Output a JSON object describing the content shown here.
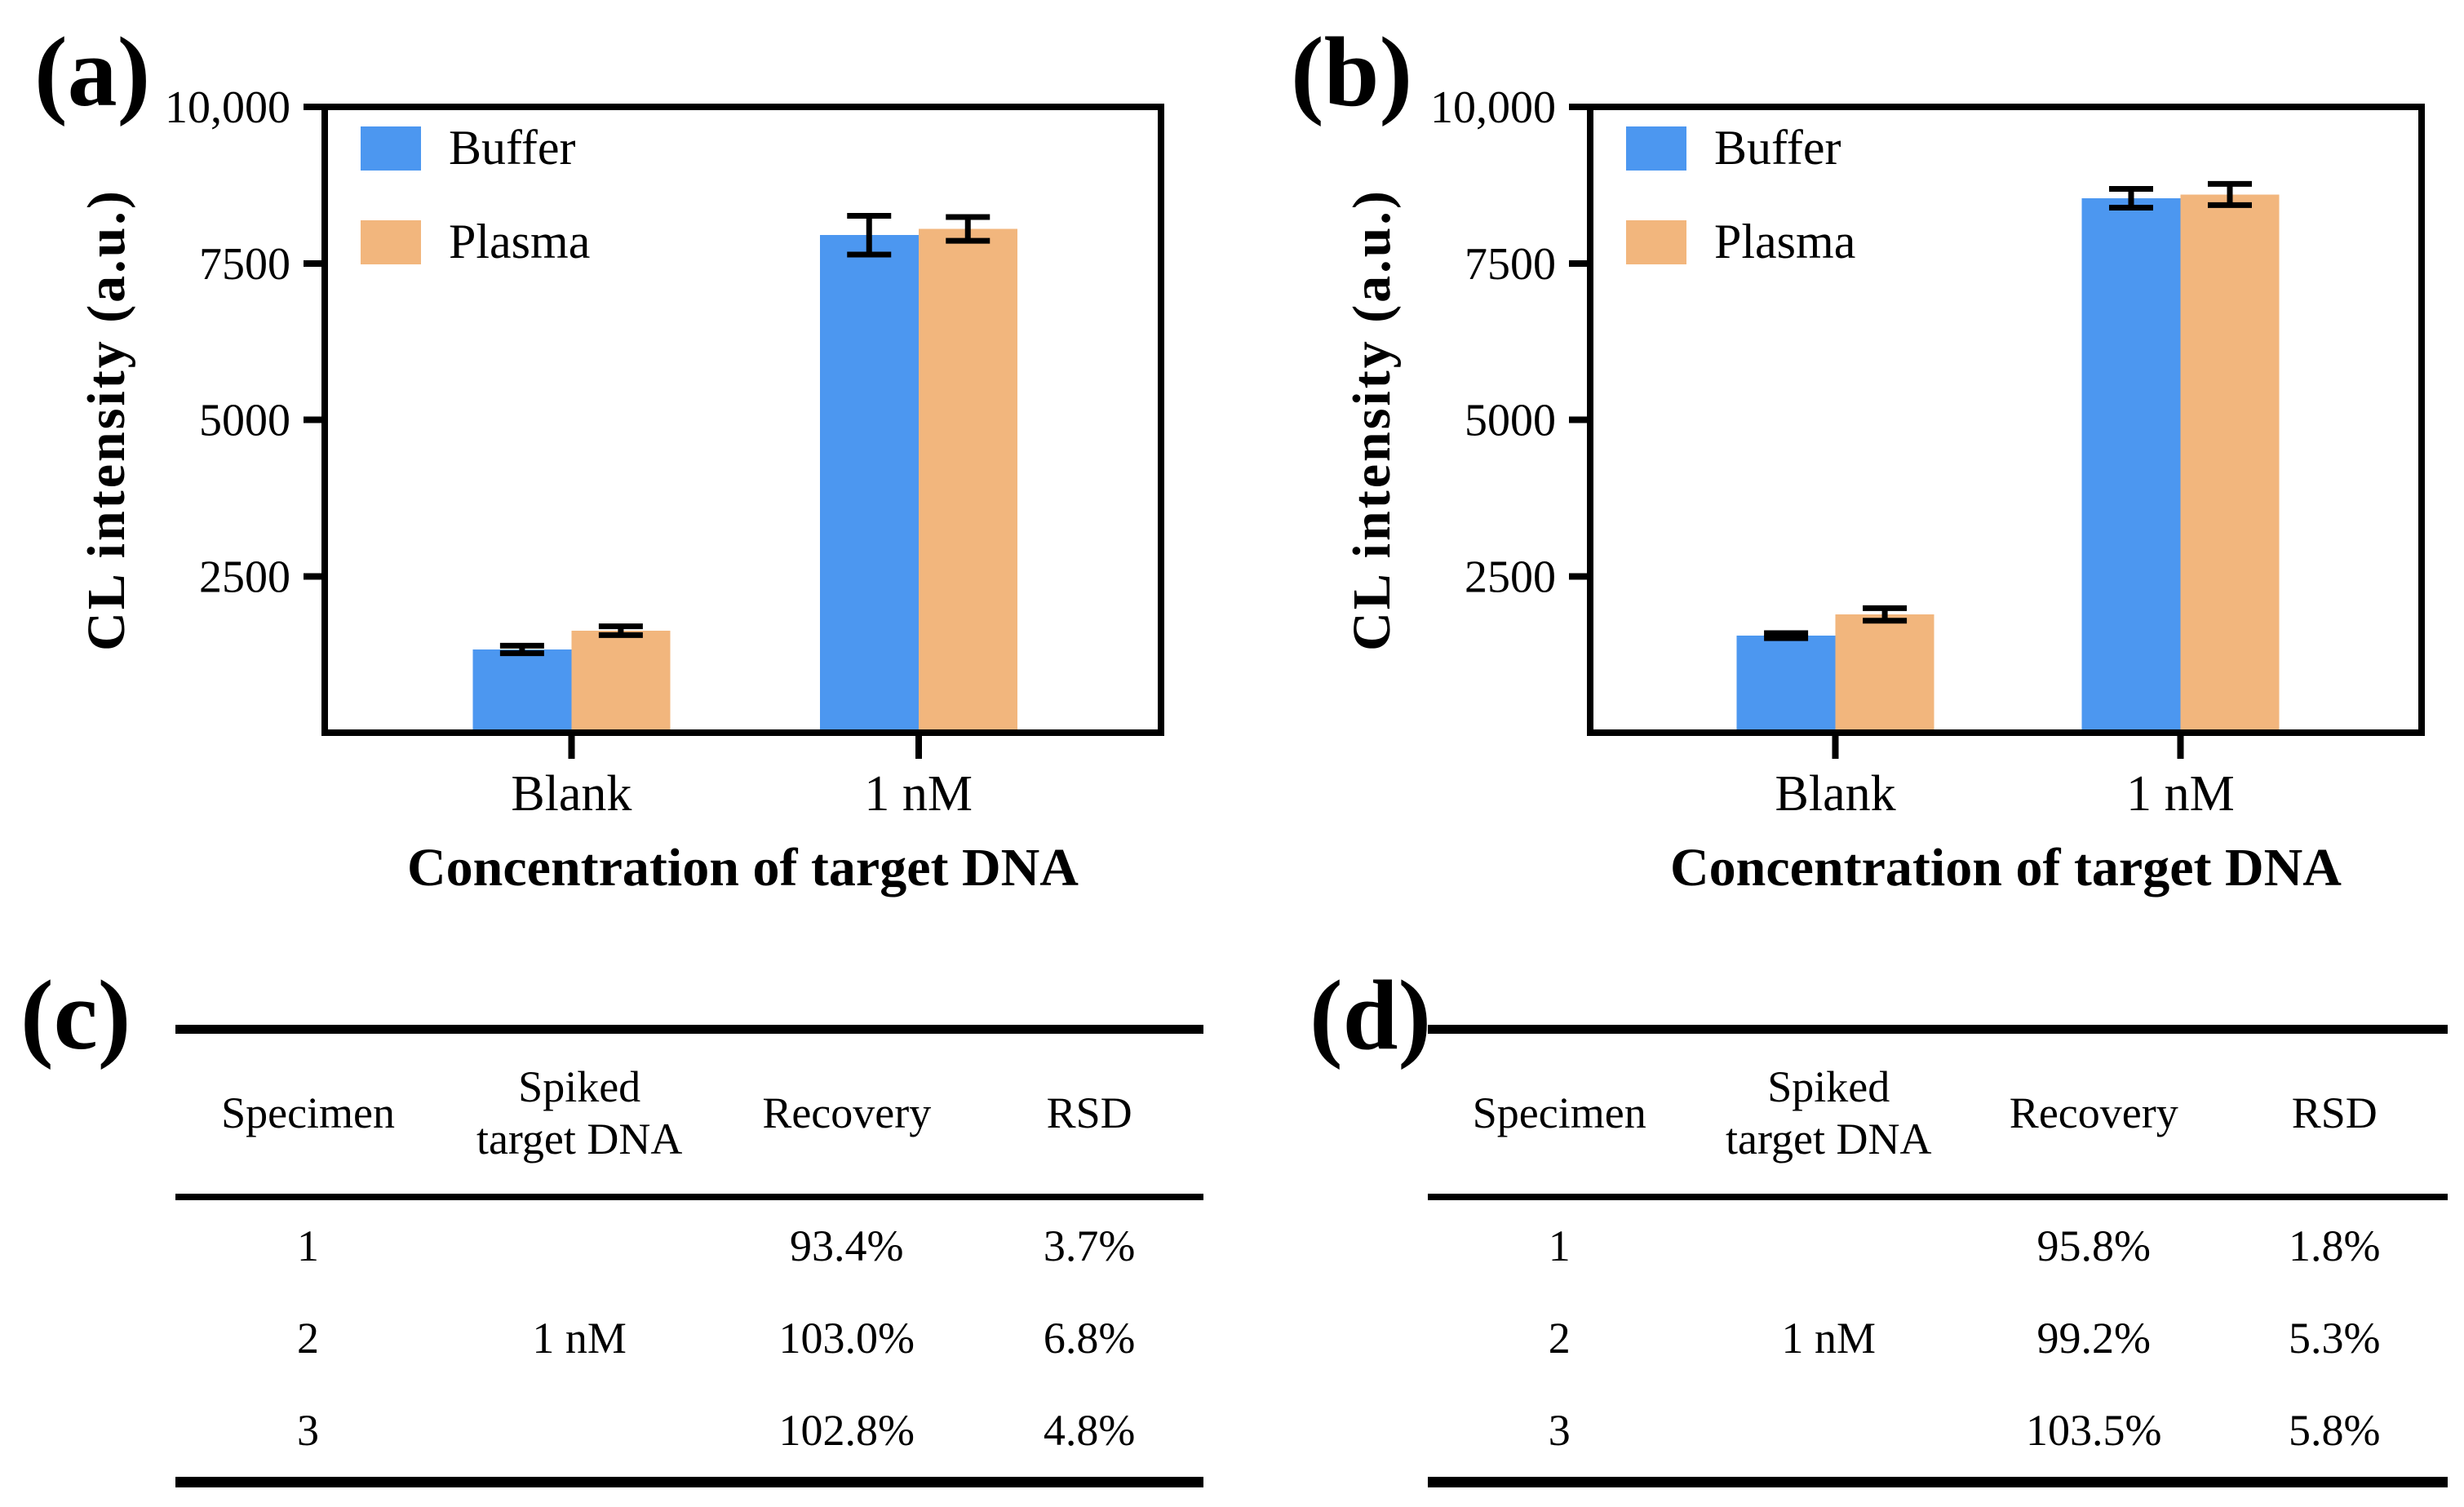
{
  "figure": {
    "background": "#ffffff",
    "text_color": "#000000",
    "panels": {
      "a": "(a)",
      "b": "(b)",
      "c": "(c)",
      "d": "(d)"
    }
  },
  "colors": {
    "buffer": "#4C97F0",
    "plasma": "#F2B67D",
    "axis": "#000000"
  },
  "chart_data": [
    {
      "panel": "a",
      "type": "bar",
      "title": "",
      "categories": [
        "Blank",
        "1 nM"
      ],
      "series": [
        {
          "name": "Buffer",
          "color_key": "buffer",
          "values": [
            1330,
            7950
          ],
          "errors": [
            60,
            310
          ]
        },
        {
          "name": "Plasma",
          "color_key": "plasma",
          "values": [
            1630,
            8050
          ],
          "errors": [
            70,
            190
          ]
        }
      ],
      "xlabel": "Concentration of target DNA",
      "ylabel": "CL intensity (a.u.)",
      "ylim": [
        0,
        10000
      ],
      "yticks": [
        {
          "value": 2500,
          "label": "2500"
        },
        {
          "value": 5000,
          "label": "5000"
        },
        {
          "value": 7500,
          "label": "7500"
        },
        {
          "value": 10000,
          "label": "10,000"
        }
      ],
      "legend": [
        "Buffer",
        "Plasma"
      ],
      "legend_position": "top-left",
      "grid": false
    },
    {
      "panel": "b",
      "type": "bar",
      "title": "",
      "categories": [
        "Blank",
        "1 nM"
      ],
      "series": [
        {
          "name": "Buffer",
          "color_key": "buffer",
          "values": [
            1550,
            8540
          ],
          "errors": [
            40,
            150
          ]
        },
        {
          "name": "Plasma",
          "color_key": "plasma",
          "values": [
            1890,
            8600
          ],
          "errors": [
            100,
            170
          ]
        }
      ],
      "xlabel": "Concentration of target DNA",
      "ylabel": "CL intensity (a.u.)",
      "ylim": [
        0,
        10000
      ],
      "yticks": [
        {
          "value": 2500,
          "label": "2500"
        },
        {
          "value": 5000,
          "label": "5000"
        },
        {
          "value": 7500,
          "label": "7500"
        },
        {
          "value": 10000,
          "label": "10,000"
        }
      ],
      "legend": [
        "Buffer",
        "Plasma"
      ],
      "legend_position": "top-left",
      "grid": false
    }
  ],
  "tables": [
    {
      "panel": "c",
      "headers": [
        [
          "Specimen"
        ],
        [
          "Spiked",
          "target DNA"
        ],
        [
          "Recovery"
        ],
        [
          "RSD"
        ]
      ],
      "rows": [
        [
          "1",
          "",
          "93.4%",
          "3.7%"
        ],
        [
          "2",
          "1 nM",
          "103.0%",
          "6.8%"
        ],
        [
          "3",
          "",
          "102.8%",
          "4.8%"
        ]
      ]
    },
    {
      "panel": "d",
      "headers": [
        [
          "Specimen"
        ],
        [
          "Spiked",
          "target DNA"
        ],
        [
          "Recovery"
        ],
        [
          "RSD"
        ]
      ],
      "rows": [
        [
          "1",
          "",
          "95.8%",
          "1.8%"
        ],
        [
          "2",
          "1 nM",
          "99.2%",
          "5.3%"
        ],
        [
          "3",
          "",
          "103.5%",
          "5.8%"
        ]
      ]
    }
  ]
}
